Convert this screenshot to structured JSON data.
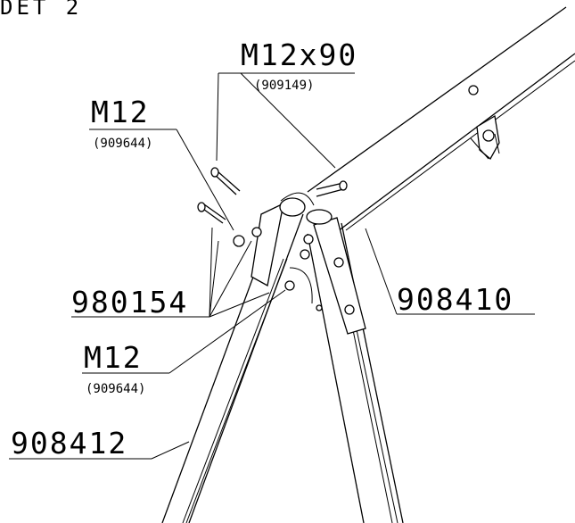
{
  "title": "DET 2",
  "callouts": {
    "bolt_long": {
      "code": "M12x90",
      "ref": "(909149)"
    },
    "nut_top": {
      "code": "M12",
      "ref": "(909644)"
    },
    "washer": {
      "code": "980154"
    },
    "nut_bottom": {
      "code": "M12",
      "ref": "(909644)"
    },
    "tube_right": {
      "code": "908410"
    },
    "tube_left": {
      "code": "908412"
    }
  }
}
